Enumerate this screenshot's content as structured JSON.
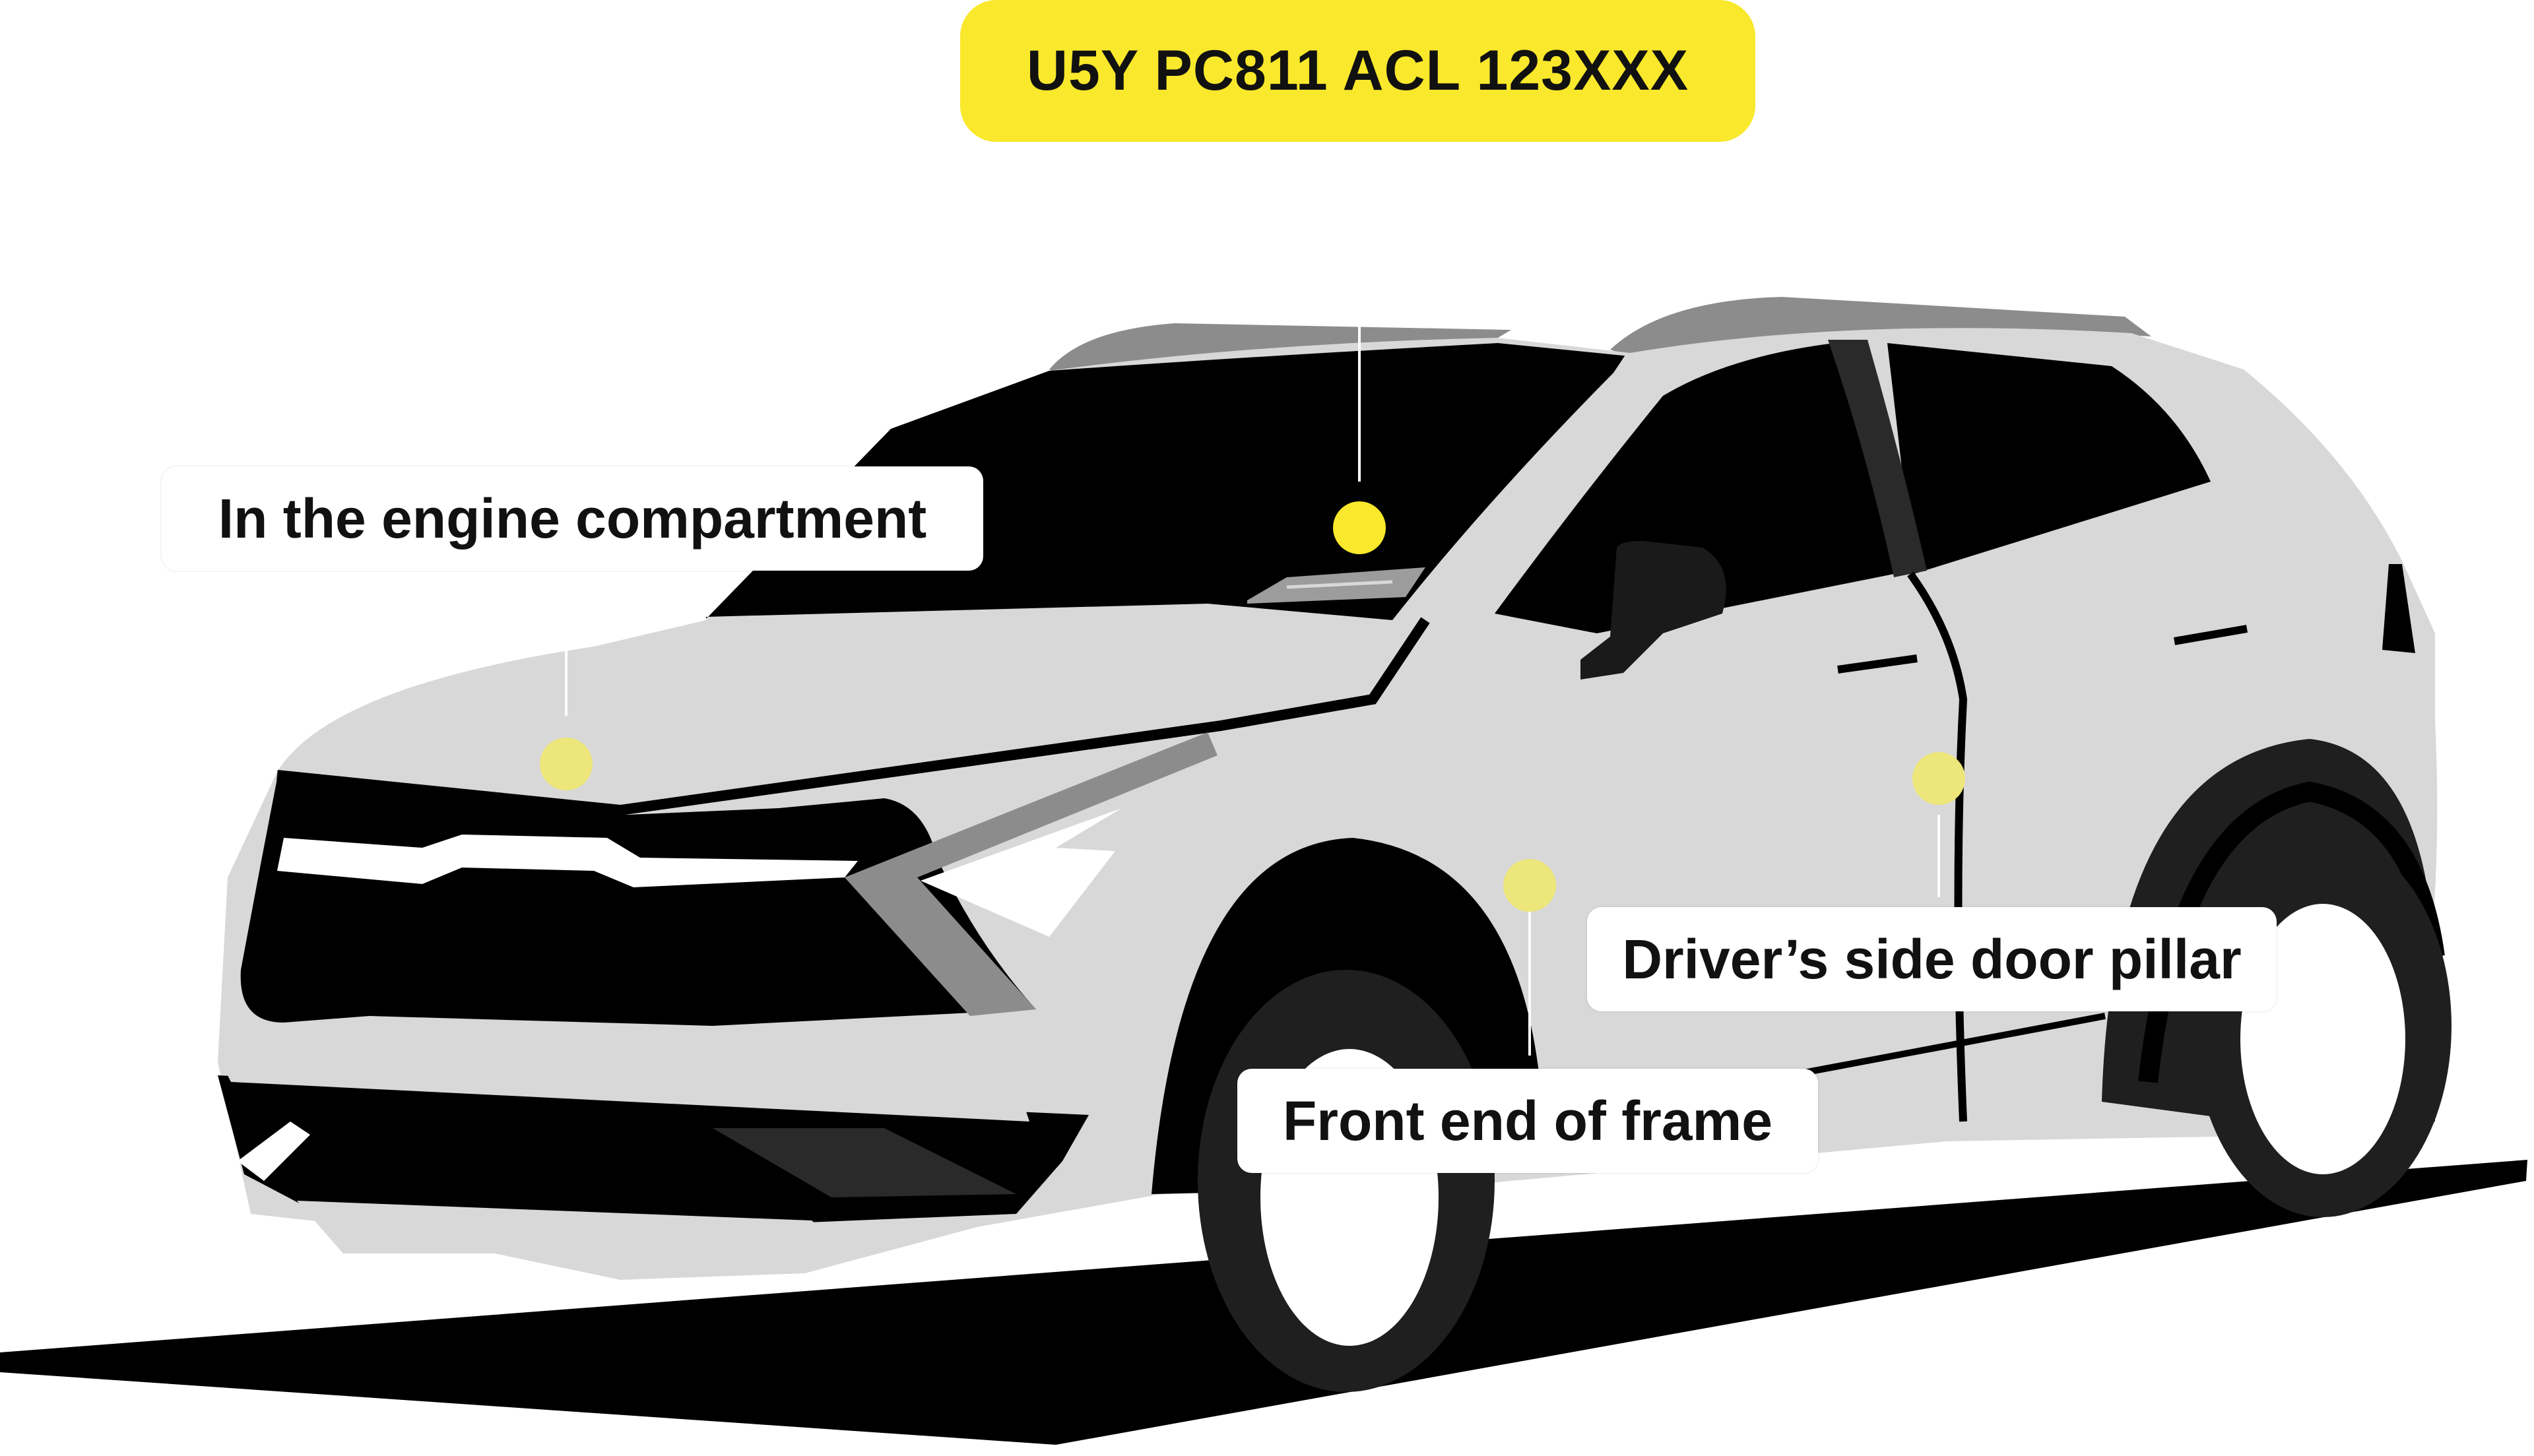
{
  "vin_badge": {
    "text": "U5Y PC811 ACL 123XXX"
  },
  "callouts": {
    "engine_compartment": "In the engine compartment",
    "driver_side_door_pillar": "Driver’s side door pillar",
    "front_end_of_frame": "Front end of frame"
  },
  "marker_points": [
    "windshield",
    "engine-compartment",
    "front-end-of-frame",
    "driver-side-door-pillar"
  ],
  "colors": {
    "accent_yellow": "#F9E82B",
    "marker_yellow_faded": "#EDE67A",
    "car_body": "#D8D8D8",
    "car_dark": "#000000",
    "car_mid_gray": "#8C8C8C",
    "tire": "#1F1F1F",
    "background": "#FFFFFF"
  }
}
